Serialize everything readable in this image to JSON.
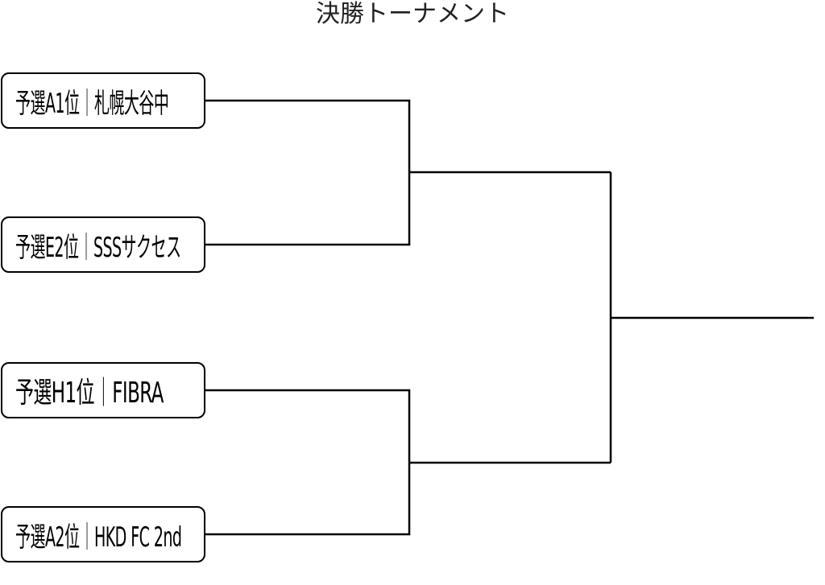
{
  "title": "決勝トーナメント",
  "colors": {
    "line": "#000000",
    "box_border": "#000000",
    "text": "#000000",
    "background": "#ffffff"
  },
  "teams": [
    {
      "label": "予選A1位｜札幌大谷中"
    },
    {
      "label": "予選E2位｜SSSサクセス"
    },
    {
      "label": "予選H1位｜FIBRA"
    },
    {
      "label": "予選A2位｜HKD FC 2nd"
    }
  ]
}
